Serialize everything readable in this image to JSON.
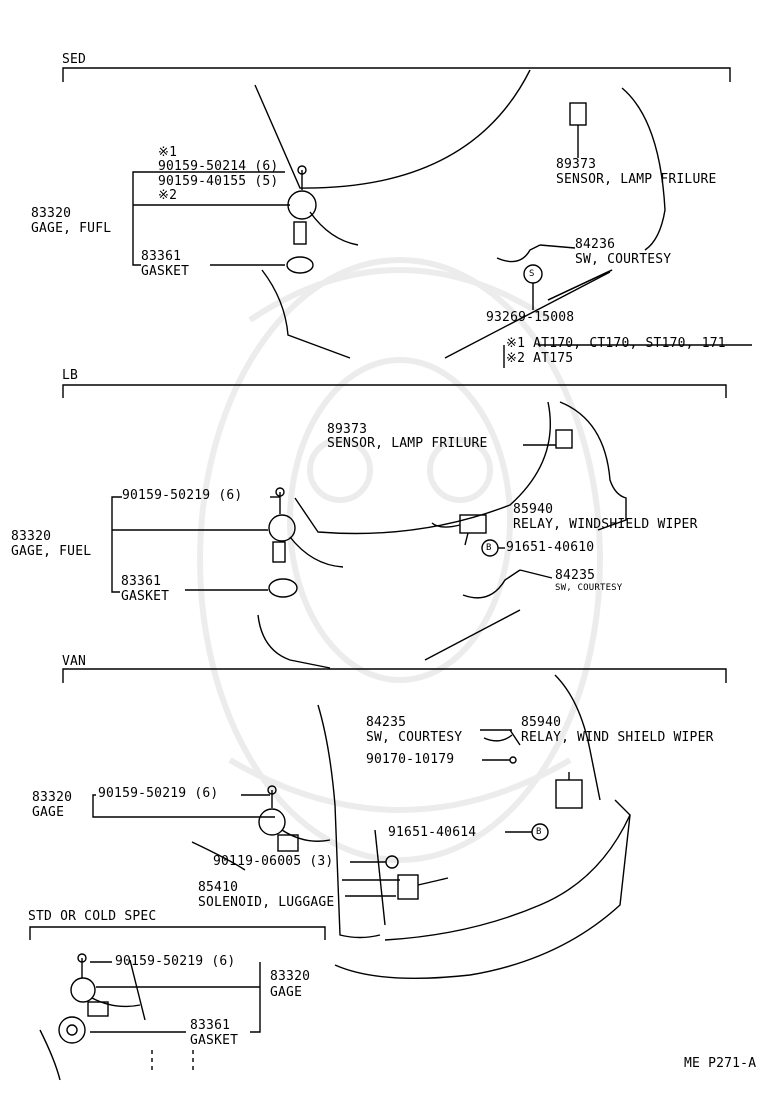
{
  "sections": {
    "sed": {
      "title": "SED",
      "note1_mark": "※1",
      "bolt1": "90159-50214 (6)",
      "bolt2": "90159-40155 (5)",
      "note2_mark": "※2",
      "gage_no": "83320",
      "gage_name": "GAGE, FUFL",
      "gasket_no": "83361",
      "gasket_name": "GASKET",
      "sensor_no": "89373",
      "sensor_name": "SENSOR, LAMP FRILURE",
      "sw_no": "84236",
      "sw_name": "SW, COURTESY",
      "screw": "93269-15008",
      "note1": "※1 AT170, CT170, ST170, 171",
      "note2": "※2 AT175"
    },
    "lb": {
      "title": "LB",
      "sensor_no": "89373",
      "sensor_name": "SENSOR, LAMP FRILURE",
      "bolt": "90159-50219 (6)",
      "gage_no": "83320",
      "gage_name": "GAGE, FUEL",
      "gasket_no": "83361",
      "gasket_name": "GASKET",
      "relay_no": "85940",
      "relay_name": "RELAY, WINDSHIELD WIPER",
      "screw": "91651-40610",
      "sw_no": "84235",
      "sw_name": "SW, COURTESY"
    },
    "van": {
      "title": "VAN",
      "sw_no": "84235",
      "sw_name": "SW, COURTESY",
      "relay_no": "85940",
      "relay_name": "RELAY, WIND SHIELD WIPER",
      "clip": "90170-10179",
      "gage_no": "83320",
      "bolt": "90159-50219 (6)",
      "gage_name": "GAGE",
      "screw": "91651-40614",
      "nut": "90119-06005 (3)",
      "sol_no": "85410",
      "sol_name": "SOLENOID, LUGGAGE"
    },
    "std": {
      "title": "STD OR COLD SPEC",
      "bolt": "90159-50219 (6)",
      "gage_no": "83320",
      "gage_name": "GAGE",
      "gasket_no": "83361",
      "gasket_name": "GASKET"
    }
  },
  "figure_code": "ME P271-A",
  "markers": {
    "s": "S",
    "b": "B"
  }
}
